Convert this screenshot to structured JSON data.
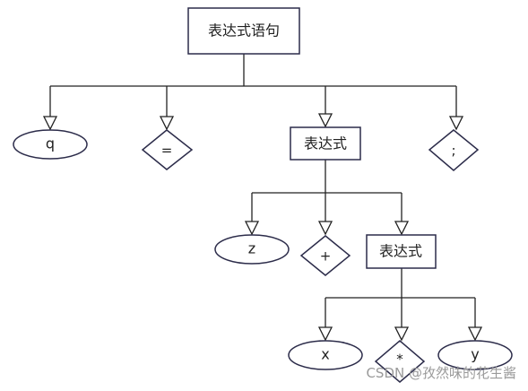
{
  "nodes": {
    "root": "表达式语句",
    "q": "q",
    "eq": "=",
    "expr1": "表达式",
    "semi": ";",
    "z": "z",
    "plus": "+",
    "expr2": "表达式",
    "x": "x",
    "star": "*",
    "y": "y"
  },
  "watermark": "CSDN @孜然味的花生酱"
}
